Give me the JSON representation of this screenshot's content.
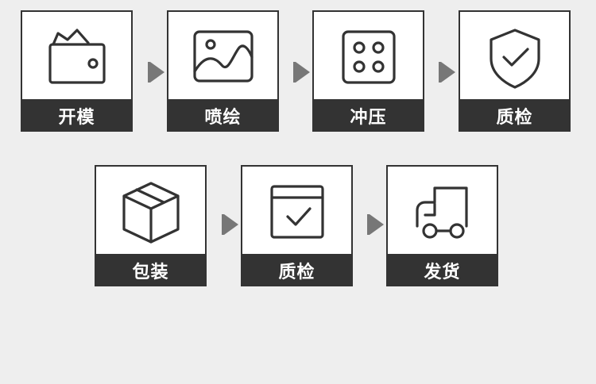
{
  "colors": {
    "background": "#eeeeee",
    "card": "#ffffff",
    "label_bar": "#333333",
    "label_text": "#ffffff",
    "arrow": "#777777"
  },
  "steps": [
    {
      "label": "开模",
      "icon": "wallet-icon"
    },
    {
      "label": "喷绘",
      "icon": "image-icon"
    },
    {
      "label": "冲压",
      "icon": "dice-icon"
    },
    {
      "label": "质检",
      "icon": "shield-check-icon"
    },
    {
      "label": "包装",
      "icon": "box-icon"
    },
    {
      "label": "质检",
      "icon": "calendar-check-icon"
    },
    {
      "label": "发货",
      "icon": "truck-icon"
    }
  ]
}
